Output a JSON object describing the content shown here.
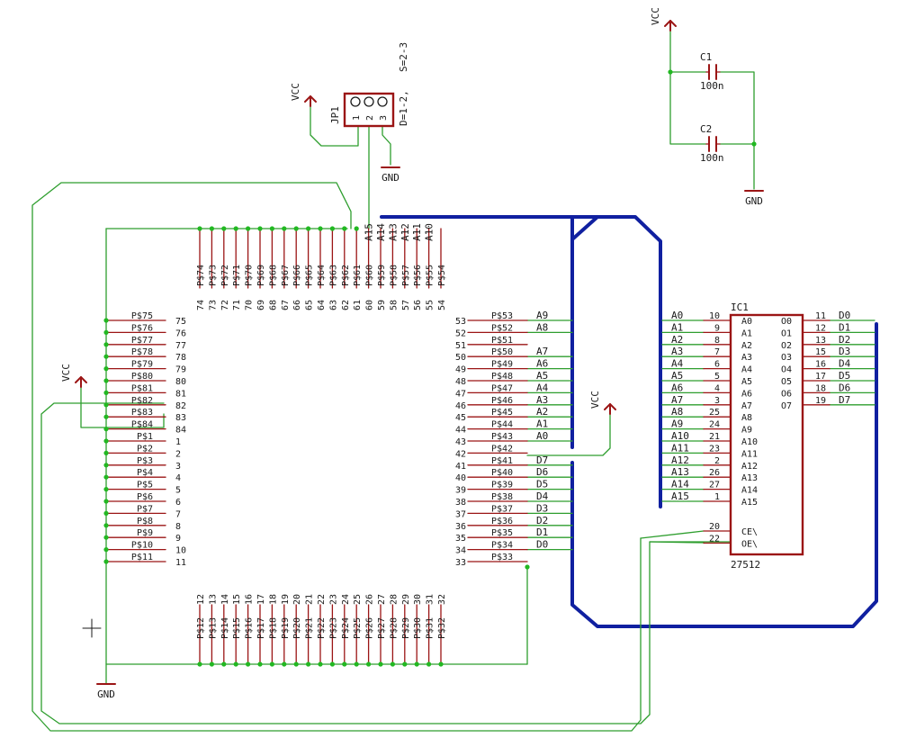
{
  "colors": {
    "wire": "#2e9e2e",
    "part": "#9b1515",
    "bus": "#1020a0",
    "junction": "#22b822",
    "text": "#1a1a1a"
  },
  "supplies": {
    "vcc": "VCC",
    "gnd": "GND"
  },
  "jumper": {
    "name": "JP1",
    "pins": [
      "1",
      "2",
      "3"
    ],
    "note1": "D=1-2,",
    "note2": "S=2-3"
  },
  "caps": [
    {
      "name": "C1",
      "value": "100n"
    },
    {
      "name": "C2",
      "value": "100n"
    }
  ],
  "plcc": {
    "top": {
      "pads": [
        "P$74",
        "P$73",
        "P$72",
        "P$71",
        "P$70",
        "P$69",
        "P$68",
        "P$67",
        "P$66",
        "P$65",
        "P$64",
        "P$63",
        "P$62",
        "P$61",
        "P$60",
        "P$59",
        "P$58",
        "P$57",
        "P$56",
        "P$55",
        "P$54"
      ],
      "nums": [
        "74",
        "73",
        "72",
        "71",
        "70",
        "69",
        "68",
        "67",
        "66",
        "65",
        "64",
        "63",
        "62",
        "61",
        "60",
        "59",
        "58",
        "57",
        "56",
        "55",
        "54"
      ]
    },
    "left": {
      "pads": [
        "P$75",
        "P$76",
        "P$77",
        "P$78",
        "P$79",
        "P$80",
        "P$81",
        "P$82",
        "P$83",
        "P$84",
        "P$1",
        "P$2",
        "P$3",
        "P$4",
        "P$5",
        "P$6",
        "P$7",
        "P$8",
        "P$9",
        "P$10",
        "P$11"
      ],
      "nums": [
        "75",
        "76",
        "77",
        "78",
        "79",
        "80",
        "81",
        "82",
        "83",
        "84",
        "1",
        "2",
        "3",
        "4",
        "5",
        "6",
        "7",
        "8",
        "9",
        "10",
        "11"
      ]
    },
    "right": {
      "pads": [
        "P$53",
        "P$52",
        "P$51",
        "P$50",
        "P$49",
        "P$48",
        "P$47",
        "P$46",
        "P$45",
        "P$44",
        "P$43",
        "P$42",
        "P$41",
        "P$40",
        "P$39",
        "P$38",
        "P$37",
        "P$36",
        "P$35",
        "P$34",
        "P$33"
      ],
      "nums": [
        "53",
        "52",
        "51",
        "50",
        "49",
        "48",
        "47",
        "46",
        "45",
        "44",
        "43",
        "42",
        "41",
        "40",
        "39",
        "38",
        "37",
        "36",
        "35",
        "34",
        "33"
      ]
    },
    "bottom": {
      "pads": [
        "P$12",
        "P$13",
        "P$14",
        "P$15",
        "P$16",
        "P$17",
        "P$18",
        "P$19",
        "P$20",
        "P$21",
        "P$22",
        "P$23",
        "P$24",
        "P$25",
        "P$26",
        "P$27",
        "P$28",
        "P$29",
        "P$30",
        "P$31",
        "P$32"
      ],
      "nums": [
        "12",
        "13",
        "14",
        "15",
        "16",
        "17",
        "18",
        "19",
        "20",
        "21",
        "22",
        "23",
        "24",
        "25",
        "26",
        "27",
        "28",
        "29",
        "30",
        "31",
        "32"
      ]
    },
    "topNets": [
      "",
      "",
      "",
      "",
      "",
      "",
      "",
      "",
      "",
      "",
      "",
      "",
      "",
      "",
      "A15",
      "A14",
      "A13",
      "A12",
      "A11",
      "A10"
    ],
    "rightNets": [
      "A9",
      "A8",
      "",
      "A7",
      "A6",
      "A5",
      "A4",
      "A3",
      "A2",
      "A1",
      "A0",
      "",
      "D7",
      "D6",
      "D5",
      "D4",
      "D3",
      "D2",
      "D1",
      "D0",
      ""
    ]
  },
  "eprom": {
    "name": "IC1",
    "type": "27512",
    "inPins": [
      "A0",
      "A1",
      "A2",
      "A3",
      "A4",
      "A5",
      "A6",
      "A7",
      "A8",
      "A9",
      "A10",
      "A11",
      "A12",
      "A13",
      "A14",
      "A15"
    ],
    "inNums": [
      "10",
      "9",
      "8",
      "7",
      "6",
      "5",
      "4",
      "3",
      "25",
      "24",
      "21",
      "23",
      "2",
      "26",
      "27",
      "1"
    ],
    "outPins": [
      "O0",
      "O1",
      "O2",
      "O3",
      "O4",
      "O5",
      "O6",
      "O7"
    ],
    "outNums": [
      "11",
      "12",
      "13",
      "15",
      "16",
      "17",
      "18",
      "19"
    ],
    "outNets": [
      "D0",
      "D1",
      "D2",
      "D3",
      "D4",
      "D5",
      "D6",
      "D7"
    ],
    "ctrlPins": [
      "CE\\",
      "OE\\"
    ],
    "ctrlNums": [
      "20",
      "22"
    ]
  }
}
